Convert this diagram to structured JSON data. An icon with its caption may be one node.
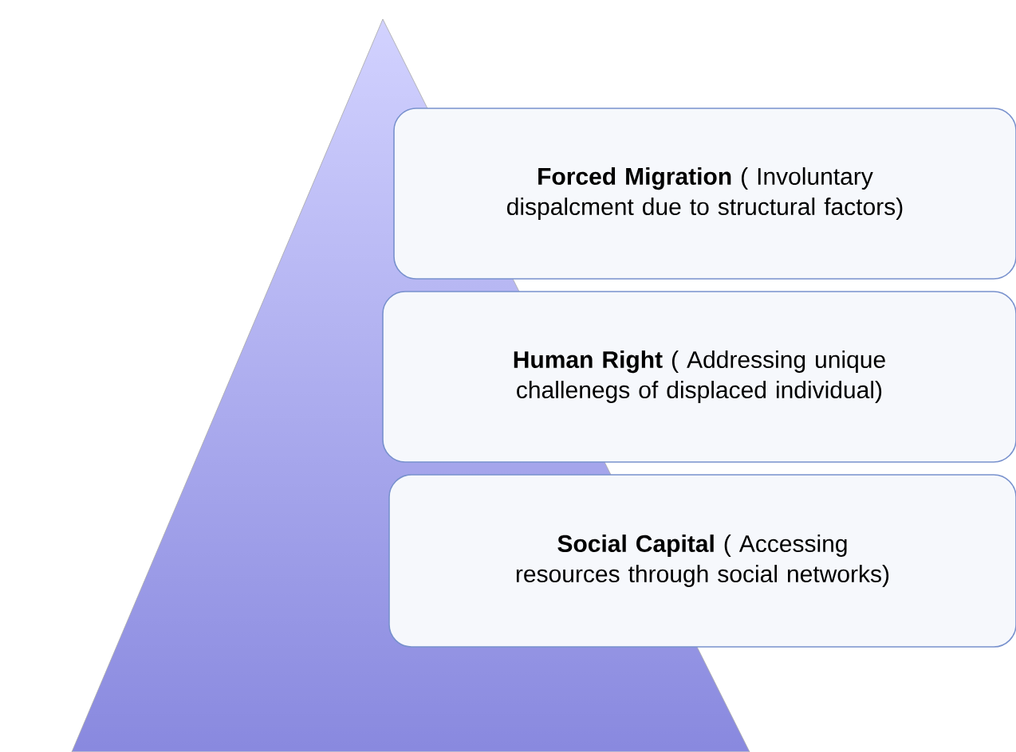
{
  "diagram": {
    "nodes": [
      {
        "text": [
          "**Forced Migration** ( Involuntary dispalcment due to structural factors)"
        ]
      },
      {
        "text": [
          "**Human Right** ( Addressing unique challenegs of displaced individual)"
        ]
      },
      {
        "text": [
          "**Social Capital** ( Accessing resources through social networks)"
        ]
      }
    ]
  }
}
